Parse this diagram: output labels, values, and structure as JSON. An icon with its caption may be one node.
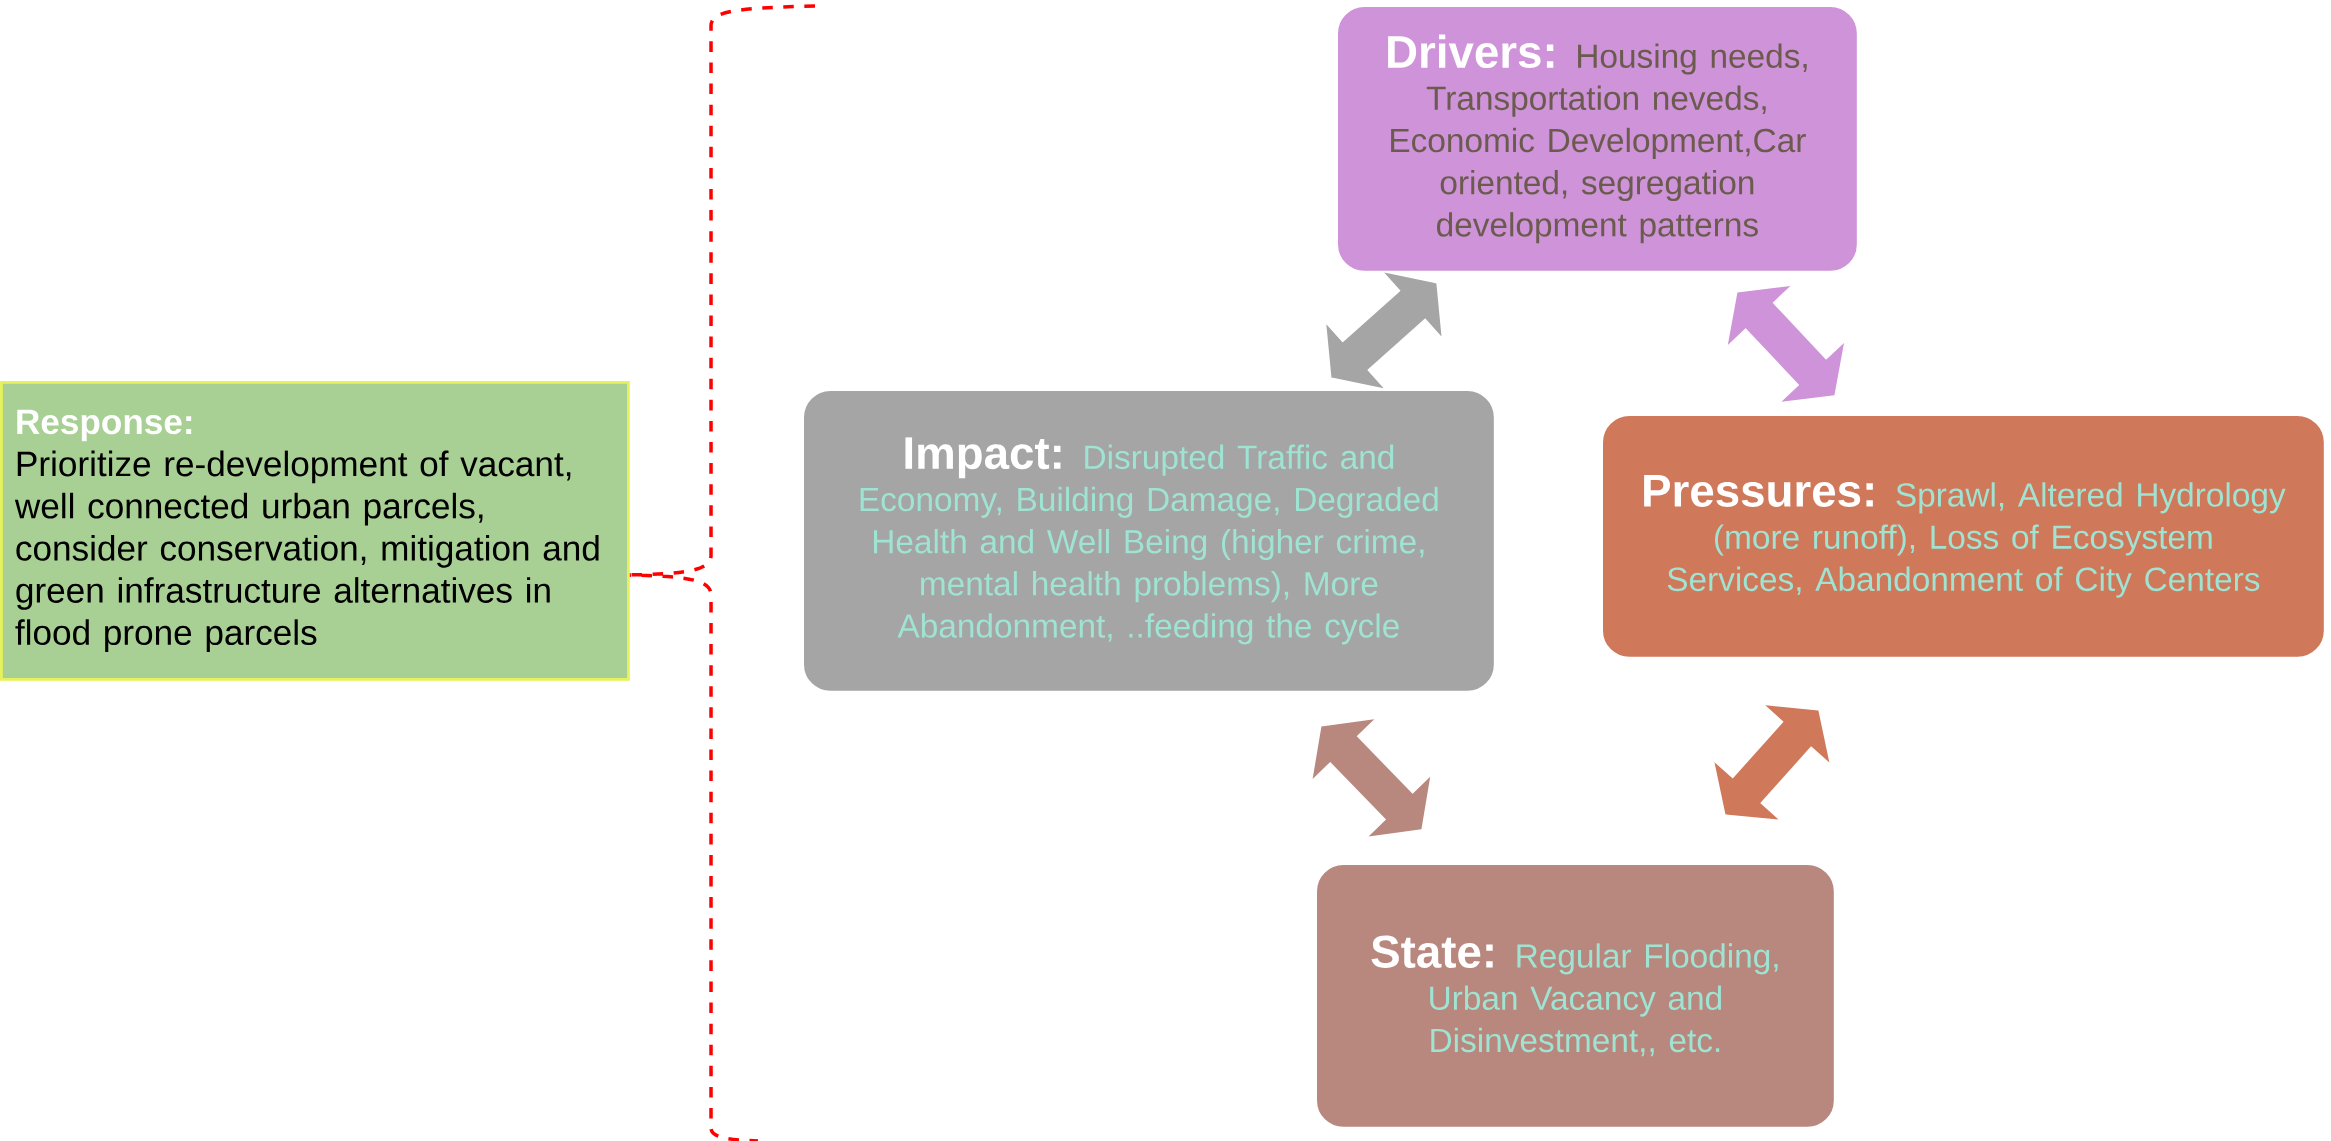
{
  "diagram": {
    "nodes": [
      {
        "text": [
          "Drivers:",
          "Housing needs, Transportation neveds, Economic Development,Car oriented, segregation development patterns"
        ]
      },
      {
        "text": [
          "Response:",
          "Prioritize re-development of vacant, well connected urban parcels, consider conservation, mitigation and green infrastructure alternatives in flood prone parcels"
        ]
      },
      {
        "text": [
          "Impact:",
          "Disrupted Traffic and Economy, Building Damage, Degraded Health and Well Being (higher crime, mental health problems), More Abandonment, ..feeding the cycle"
        ]
      },
      {
        "text": [
          "Pressures:",
          "Sprawl, Altered Hydrology (more runoff), Loss of Ecosystem Services, Abandonment of City Centers"
        ]
      },
      {
        "text": [
          "State:",
          "Regular Flooding, Urban Vacancy and Disinvestment,, etc."
        ]
      }
    ],
    "edges": [
      {
        "from": 2,
        "to": 0,
        "arrow": "both",
        "color": "#a5a5a5"
      },
      {
        "from": 0,
        "to": 3,
        "arrow": "both",
        "color": "#ce93d8"
      },
      {
        "from": 3,
        "to": 4,
        "arrow": "both",
        "color": "#d0785a"
      },
      {
        "from": 4,
        "to": 2,
        "arrow": "both",
        "color": "#b8887f"
      }
    ]
  }
}
